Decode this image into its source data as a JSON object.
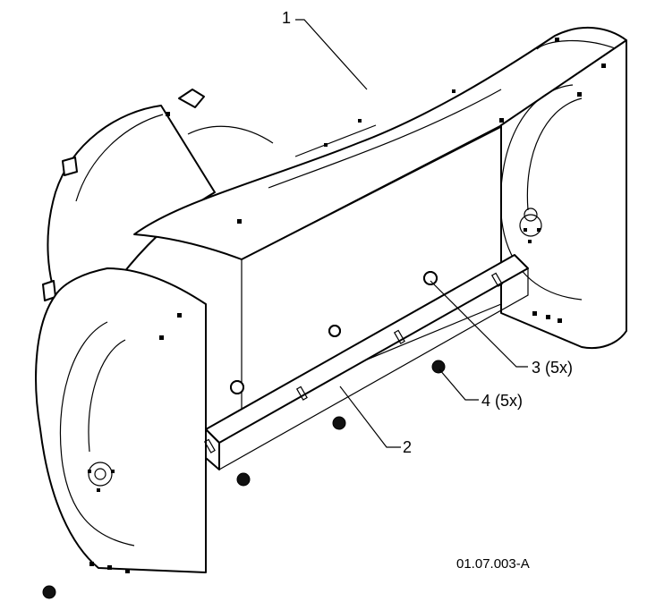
{
  "diagram": {
    "callouts": [
      {
        "id": "1",
        "label": "1"
      },
      {
        "id": "2",
        "label": "2"
      },
      {
        "id": "3",
        "label": "3 (5x)"
      },
      {
        "id": "4",
        "label": "4 (5x)"
      }
    ],
    "reference_code": "01.07.003-A"
  }
}
